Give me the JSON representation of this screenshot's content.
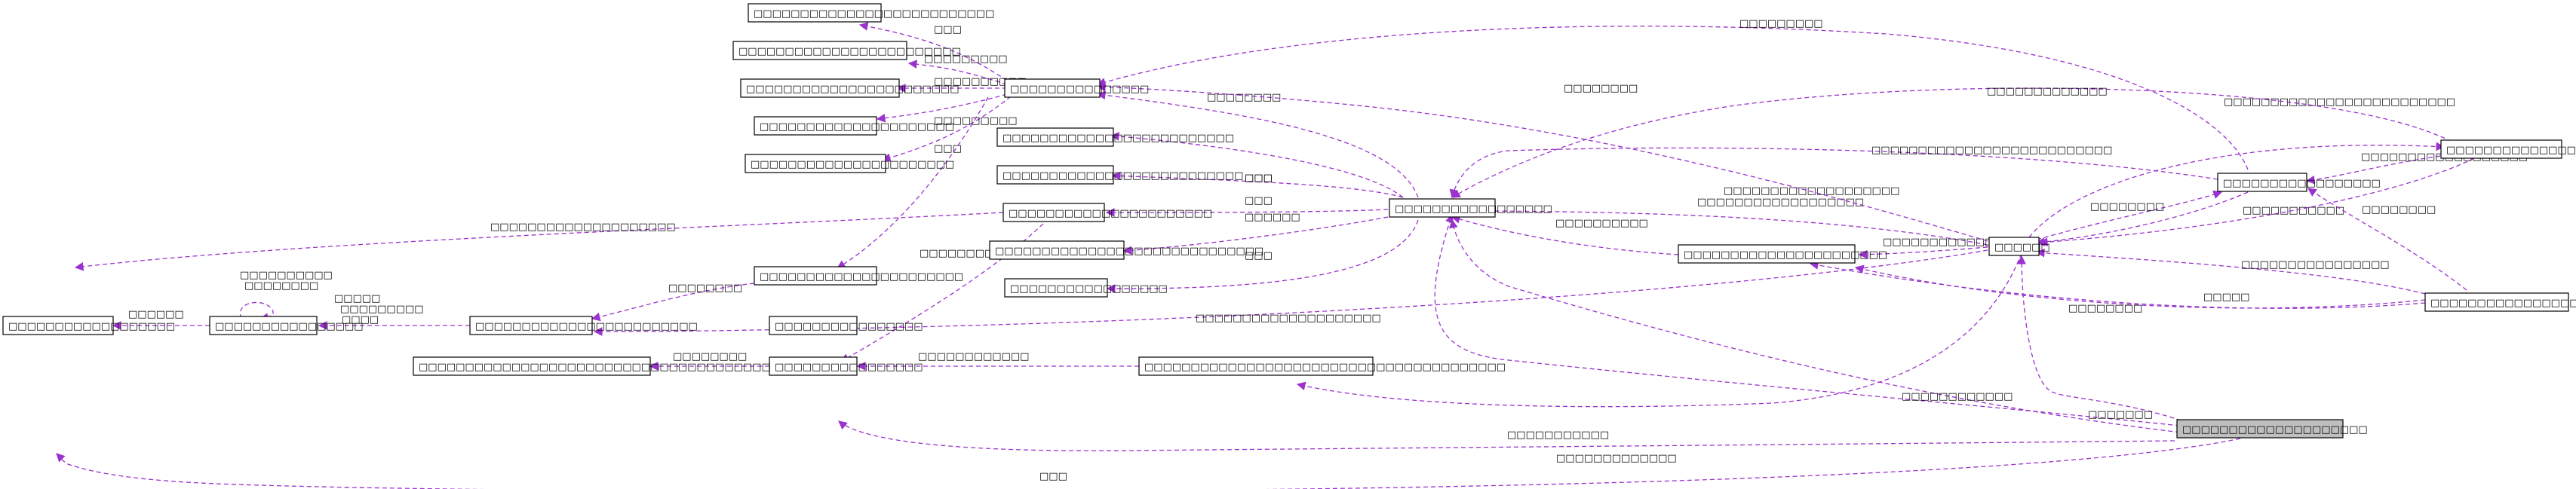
{
  "colors": {
    "edge": "#9a32cd",
    "node_border": "#000000",
    "selected_fill": "#bfbfbf",
    "background": "#ffffff"
  },
  "nodes": [
    {
      "id": "n0",
      "label": "□□□□□□□□□□□□□□□□□□□□",
      "selected": true
    },
    {
      "id": "n1",
      "label": "□□□□□□"
    },
    {
      "id": "n2",
      "label": "□□□□□□□□□□□□□□□□□"
    },
    {
      "id": "n3",
      "label": "□□□□□□□□□□□□□□□□□□□□□□□□"
    },
    {
      "id": "n4",
      "label": "□□□□□□□□□□□□□□□□"
    },
    {
      "id": "n5",
      "label": "□□□□□□□□□□□□□□□□□□□□□□□□□□□□□□□□□□□□□□□"
    },
    {
      "id": "n6",
      "label": "□□□□□□□□□□□□□□□□□"
    },
    {
      "id": "n7",
      "label": "□□□□□□□□□□□□□□□□□□□□□□□□"
    },
    {
      "id": "n8",
      "label": "□□□□□□□□□□□□□□□□"
    },
    {
      "id": "n9",
      "label": "□□□□□□□□□□□□□□□□□□□□□□□□□□□□□□□□□□□□□□"
    },
    {
      "id": "n10",
      "label": "□□□□□□□□□□□□□□□□□□□□□□"
    },
    {
      "id": "n11",
      "label": "□□□□□□□□□□□□□□□□□□□□□□"
    },
    {
      "id": "n12",
      "label": "□□□□□□□□□□□□□□□"
    },
    {
      "id": "n13",
      "label": "□□□□□□□□□□□□□□□□□□□□□□"
    },
    {
      "id": "n14",
      "label": "□□□□□□□□□□□□□□□□□□□□□□□□□□"
    },
    {
      "id": "n15",
      "label": "□□□□□□□□□□□□□□□□□□□□□□□□"
    },
    {
      "id": "n16",
      "label": "□□□□□□□□□□□□□□□□"
    },
    {
      "id": "n17",
      "label": "□□□□□□□□□□□□□□□□□□"
    },
    {
      "id": "n18",
      "label": "□□□□□□□□□□□□□□□□□□□□□□□□□□"
    },
    {
      "id": "n19",
      "label": "□□□□□□□□□□□□□□□□□□□□□□□"
    },
    {
      "id": "n20",
      "label": "□□□□□□□□□□□□□□□□□□□□□"
    },
    {
      "id": "n21",
      "label": "□□□□□□□□□□□□□□□□□□□□□□"
    },
    {
      "id": "n22",
      "label": "□□□□□□□□□□□□□□□□□□□□□□□□□"
    },
    {
      "id": "n23",
      "label": "□□□□□□□□□□□□□□□□□□□□□□□□□□"
    },
    {
      "id": "n24",
      "label": "□□□□□□□□□□□□□□□□□"
    },
    {
      "id": "n25",
      "label": "□□□□□□□□□□□□□□□□□□□□□□□□□□□□□"
    },
    {
      "id": "n26",
      "label": "□□□□□□□□□□□□□□□□"
    }
  ],
  "edges": [
    {
      "id": "e1",
      "label": "□□□□□□□□□□□□□□□□□□□□"
    },
    {
      "id": "e2",
      "label": "□□□□□□□□"
    },
    {
      "id": "e3",
      "label": "□□□□□□□□□□"
    },
    {
      "id": "e4",
      "label": "□□□□□"
    },
    {
      "id": "e5",
      "label": "□□□□□□□□"
    },
    {
      "id": "e6",
      "label": "□□□□□□□□□"
    },
    {
      "id": "e7",
      "label": "□□□□"
    },
    {
      "id": "e8",
      "label": "□□□□□□□□"
    },
    {
      "id": "e9",
      "label": "□□□□□□□□□□□□□□□□□□□"
    },
    {
      "id": "e10",
      "label": "□□□□□□□□□"
    },
    {
      "id": "e11",
      "label": "□□□□□□□□□□□□□□□□□□"
    },
    {
      "id": "e12",
      "label": "□□□□□□□□"
    },
    {
      "id": "e13",
      "label": "□□□□□□□□□"
    },
    {
      "id": "e14",
      "label": "□□□□□□□□□□□□□□□□□□□□□□□□□"
    },
    {
      "id": "e15",
      "label": "□□□□□□□□□□□□□□□□□□□□□□□□□□"
    },
    {
      "id": "e16",
      "label": "□□□□□□□□□□□"
    },
    {
      "id": "e17",
      "label": "□□□□□□□□□□□□□□"
    },
    {
      "id": "e18",
      "label": "□□□□□□□□□□□□□"
    },
    {
      "id": "e19",
      "label": "□□□□□□□□□□□□□□□□□□□□"
    },
    {
      "id": "e20",
      "label": "□□□□□□□□"
    },
    {
      "id": "e21",
      "label": "□□□□□□□□□□□□"
    },
    {
      "id": "e22",
      "label": "□□□□□□□□□□□□"
    },
    {
      "id": "e23",
      "label": "□□□□□□□□□□□□□"
    },
    {
      "id": "e24",
      "label": "□□□□□□□"
    },
    {
      "id": "e25",
      "label": "□□□□□□□□□□□□□□□□□□"
    },
    {
      "id": "e26",
      "label": "□□□□□□□□"
    },
    {
      "id": "e27",
      "label": "□□□□□□□□"
    },
    {
      "id": "e28",
      "label": "□□□□□□□□□□□"
    },
    {
      "id": "e29",
      "label": "□□□□□□□□□□"
    },
    {
      "id": "e30",
      "label": "□□□□□□□□"
    },
    {
      "id": "e31",
      "label": "□□□□□□□□□□□□□□□□"
    },
    {
      "id": "e32",
      "label": "□□□□□"
    },
    {
      "id": "e33",
      "label": "□□□□□□□□□"
    },
    {
      "id": "e34",
      "label": "□□□□□□□□□"
    },
    {
      "id": "e35",
      "label": "□□□□□□"
    },
    {
      "id": "e36",
      "label": "□□□"
    },
    {
      "id": "e37",
      "label": "□□□"
    },
    {
      "id": "e38",
      "label": "□□□"
    },
    {
      "id": "e39",
      "label": "□□□"
    },
    {
      "id": "e40",
      "label": "□□□□□□"
    },
    {
      "id": "e41",
      "label": "□□□"
    },
    {
      "id": "e42",
      "label": "□□□□□□□□□□"
    },
    {
      "id": "e43",
      "label": "□□□"
    },
    {
      "id": "e44",
      "label": "□□□"
    }
  ]
}
